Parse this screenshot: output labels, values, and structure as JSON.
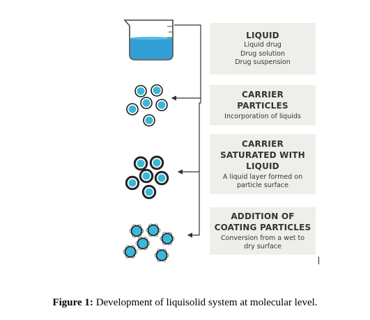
{
  "steps": [
    {
      "heading": "LIQUID",
      "lines": [
        "Liquid drug",
        "Drug solution",
        "Drug suspension"
      ]
    },
    {
      "heading_lines": [
        "CARRIER",
        "PARTICLES"
      ],
      "lines": [
        "Incorporation of liquids"
      ]
    },
    {
      "heading_lines": [
        "CARRIER",
        "SATURATED WITH",
        "LIQUID"
      ],
      "lines": [
        "A liquid layer formed on",
        "particle surface"
      ]
    },
    {
      "heading_lines": [
        "ADDITION OF",
        "COATING PARTICLES"
      ],
      "lines": [
        "Conversion from a wet to",
        "dry surface"
      ]
    }
  ],
  "caption": {
    "label": "Figure 1:",
    "text": " Development of liquisolid system at molecular level."
  },
  "colors": {
    "particle_fill": "#3bb8d8",
    "particle_outline": "#1a1a1a",
    "box_background": "#eeeeea",
    "connector": "#333333",
    "liquid": "#2f9fd6"
  }
}
